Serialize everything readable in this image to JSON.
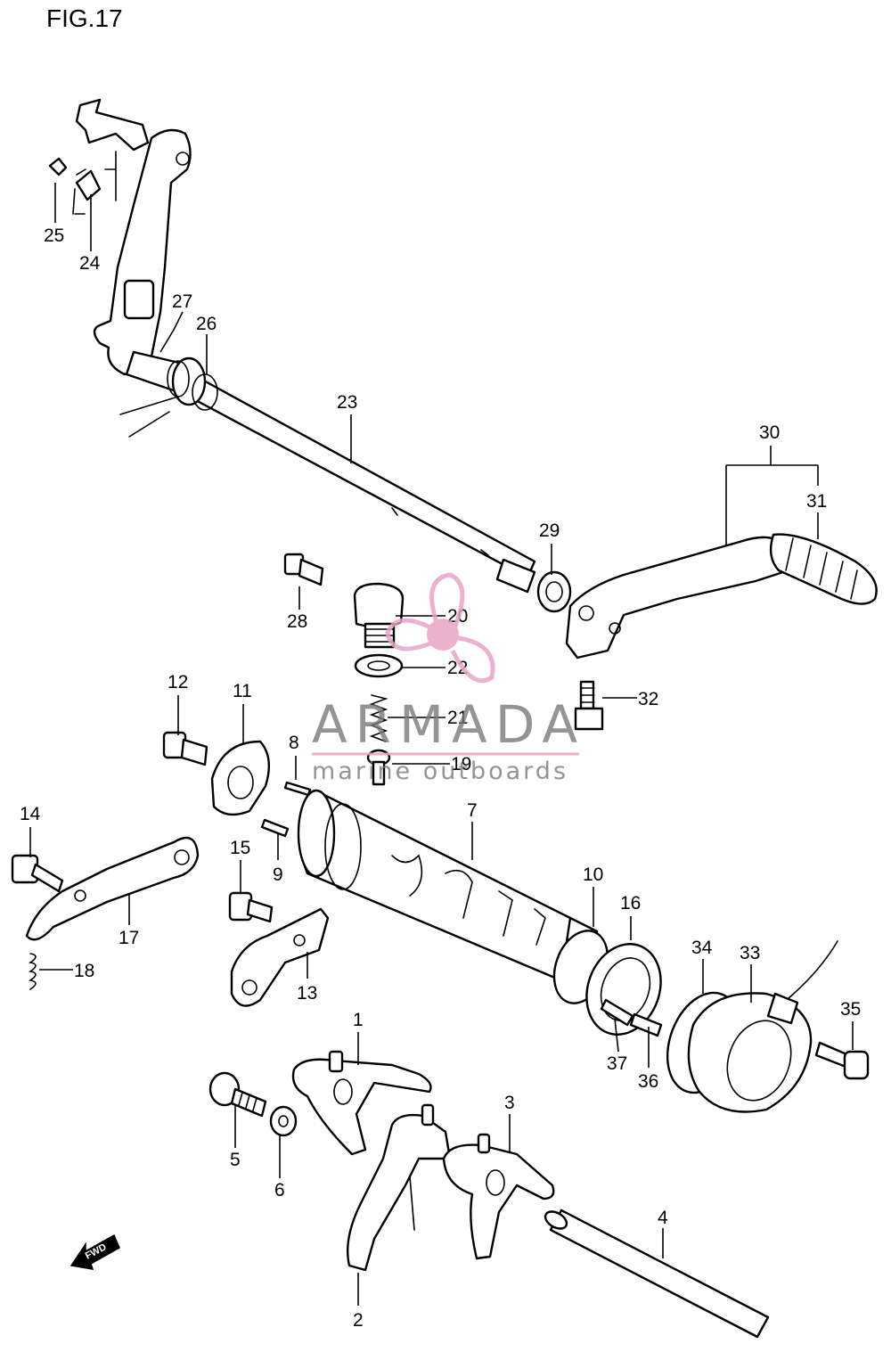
{
  "figure_title": "FIG.17",
  "watermark": {
    "brand": "ARMADA",
    "tagline": "marine outboards",
    "logo_color": "#e8a5c7",
    "text_color": "#7a7a7a"
  },
  "direction_arrow": "FWD",
  "callouts": [
    "1",
    "2",
    "3",
    "4",
    "5",
    "6",
    "7",
    "8",
    "9",
    "10",
    "11",
    "12",
    "13",
    "14",
    "15",
    "16",
    "17",
    "18",
    "19",
    "20",
    "21",
    "22",
    "23",
    "24",
    "25",
    "26",
    "27",
    "28",
    "29",
    "30",
    "31",
    "32",
    "33",
    "34",
    "35",
    "36",
    "37"
  ]
}
